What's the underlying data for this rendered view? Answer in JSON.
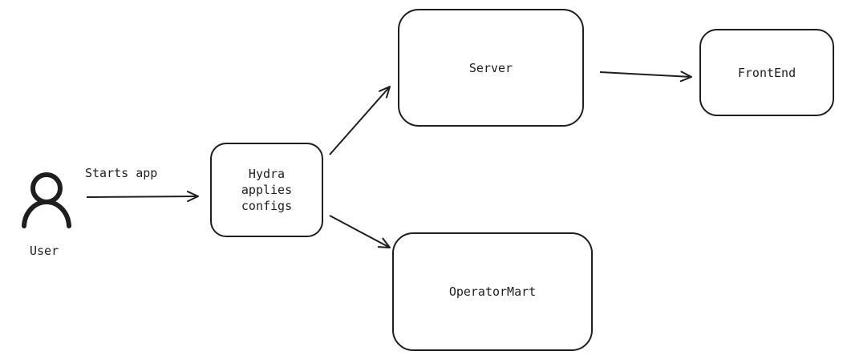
{
  "nodes": {
    "user": {
      "label": "User"
    },
    "hydra": {
      "lines": [
        "Hydra",
        "applies",
        "configs"
      ]
    },
    "server": {
      "label": "Server"
    },
    "frontend": {
      "label": "FrontEnd"
    },
    "operatormart": {
      "label": "OperatorMart"
    }
  },
  "edges": {
    "user_to_hydra": {
      "label": "Starts app"
    }
  },
  "colors": {
    "stroke": "#1e1e1e",
    "background": "#ffffff"
  }
}
